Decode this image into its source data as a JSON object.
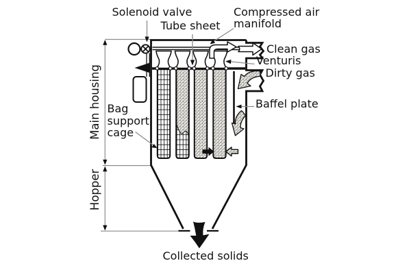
{
  "figure": {
    "kind": "baghouse-dust-collector-diagram",
    "colors": {
      "ink": "#111111",
      "leader_line": "#8c8c8c",
      "background": "#ffffff"
    },
    "labels": {
      "solenoid_valve": "Solenoid valve",
      "tube_sheet": "Tube sheet",
      "compressed_air_manifold": "Compressed air manifold",
      "clean_gas": "Clean gas",
      "venturis": "Venturis",
      "dirty_gas": "Dirty gas",
      "baffel_plate": "Baffel plate",
      "main_housing": "Main housing",
      "bag_support_cage": "Bag support cage",
      "hopper": "Hopper",
      "collected_solids": "Collected solids"
    }
  }
}
